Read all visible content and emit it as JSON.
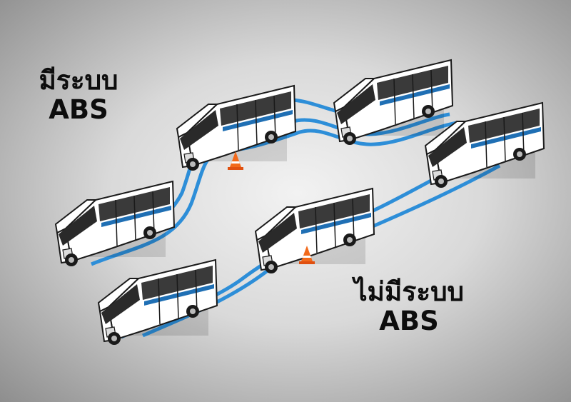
{
  "labels": {
    "with_abs": {
      "line1": "มีระบบ",
      "line2": "ABS"
    },
    "without_abs": {
      "line1": "ไม่มีระบบ",
      "line2": "ABS"
    }
  },
  "colors": {
    "track": "#2d8ed8",
    "bus_body": "#ffffff",
    "bus_outline": "#1a1a1a",
    "cone": "#f26a1b"
  },
  "icons": [
    "minibus-icon",
    "traffic-cone-icon"
  ]
}
